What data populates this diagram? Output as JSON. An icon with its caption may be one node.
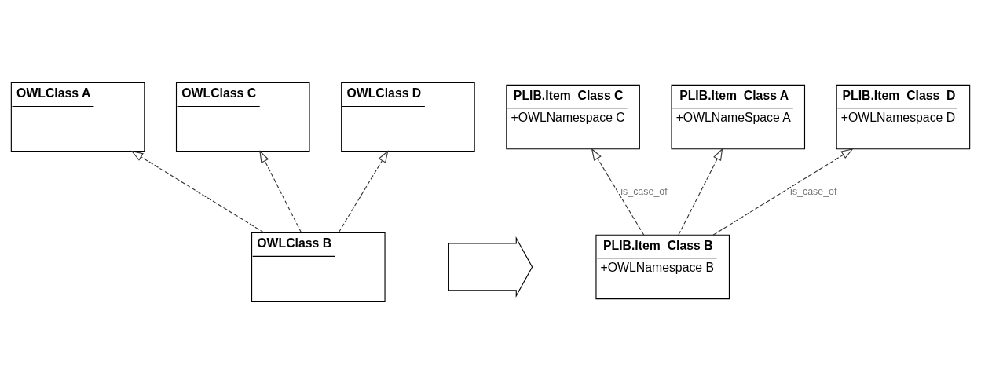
{
  "diagram": {
    "nodes": [
      {
        "text": [
          "OWLClass A"
        ]
      },
      {
        "text": [
          "OWLClass C"
        ]
      },
      {
        "text": [
          "OWLClass D"
        ]
      },
      {
        "text": [
          "OWLClass B"
        ]
      },
      {
        "text": [],
        "shape": "arrow"
      },
      {
        "text": [
          "PLIB.Item_Class C",
          "+OWLNamespace C"
        ]
      },
      {
        "text": [
          "PLIB.Item_Class A",
          "+OWLNameSpace A"
        ]
      },
      {
        "text": [
          "PLIB.Item_Class  D",
          "+OWLNamespace D"
        ]
      },
      {
        "text": [
          "PLIB.Item_Class B",
          "+OWLNamespace B"
        ]
      }
    ],
    "edges": [
      {
        "from": 3,
        "to": 0,
        "arrow": "to",
        "style": "dashed"
      },
      {
        "from": 3,
        "to": 1,
        "arrow": "to",
        "style": "dashed"
      },
      {
        "from": 3,
        "to": 2,
        "arrow": "to",
        "style": "dashed"
      },
      {
        "from": 8,
        "to": 5,
        "arrow": "to",
        "style": "dashed",
        "label": "is_case_of"
      },
      {
        "from": 8,
        "to": 6,
        "arrow": "to",
        "style": "dashed"
      },
      {
        "from": 8,
        "to": 7,
        "arrow": "to",
        "style": "dashed",
        "label": "is_case_of"
      }
    ]
  }
}
